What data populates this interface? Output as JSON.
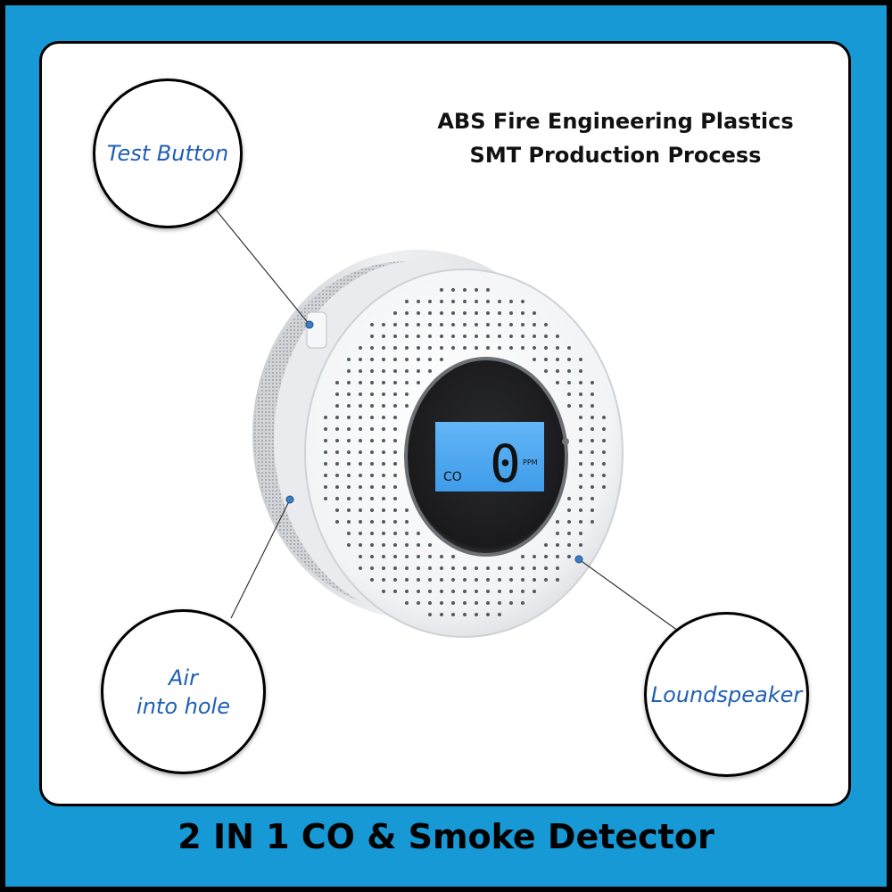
{
  "headline": {
    "line1": "ABS Fire Engineering Plastics",
    "line2": "SMT Production Process"
  },
  "callouts": {
    "test_button": "Test Button",
    "air_hole": "Air\ninto hole",
    "loudspeaker": "Loundspeaker"
  },
  "display": {
    "gas_label": "CO",
    "reading": "0",
    "unit": "PPM"
  },
  "footer": {
    "title": "2 IN 1 CO & Smoke Detector"
  },
  "colors": {
    "background": "#1799d6",
    "callout_text": "#1f5fb4",
    "lcd": "#4aa8f2"
  }
}
